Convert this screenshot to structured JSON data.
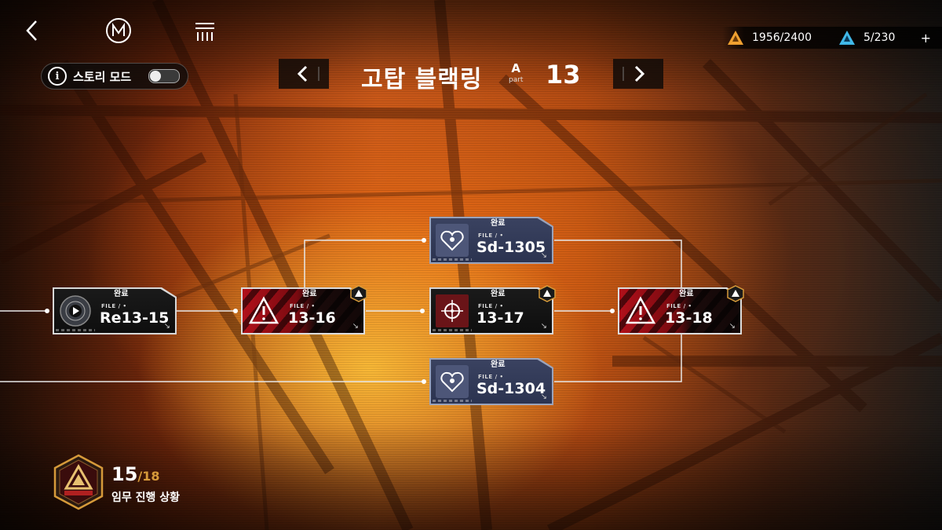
{
  "story_mode": {
    "label": "스토리 모드",
    "enabled": false
  },
  "chapter": {
    "title": "고탑 블랙링",
    "part_letter": "A",
    "part_word": "part",
    "number": "13"
  },
  "resources": [
    {
      "icon": "gold-triangle-icon",
      "value": "1956/2400",
      "color": "#f0a030"
    },
    {
      "icon": "blue-triangle-icon",
      "value": "5/230",
      "color": "#40b8e8"
    }
  ],
  "resources_plus": "+",
  "nodes": {
    "re1315": {
      "status": "완료",
      "file": "FILE / •",
      "code": "Re13-15",
      "arrow": "↘"
    },
    "n1316": {
      "status": "완료",
      "file": "FILE / •",
      "code": "13-16",
      "arrow": "↘"
    },
    "sd1305": {
      "status": "완료",
      "file": "FILE / •",
      "code": "Sd-1305",
      "arrow": "↘"
    },
    "n1317": {
      "status": "완료",
      "file": "FILE / •",
      "code": "13-17",
      "arrow": "↘"
    },
    "sd1304": {
      "status": "완료",
      "file": "FILE / •",
      "code": "Sd-1304",
      "arrow": "↘"
    },
    "n1318": {
      "status": "완료",
      "file": "FILE / •",
      "code": "13-18",
      "arrow": "↘"
    }
  },
  "progress": {
    "current": "15",
    "total": "/18",
    "label": "임무 진행 상황"
  },
  "colors": {
    "accent_gold": "#d69a3a",
    "danger_red": "#b0101a",
    "side_blue": "#3a4260"
  }
}
